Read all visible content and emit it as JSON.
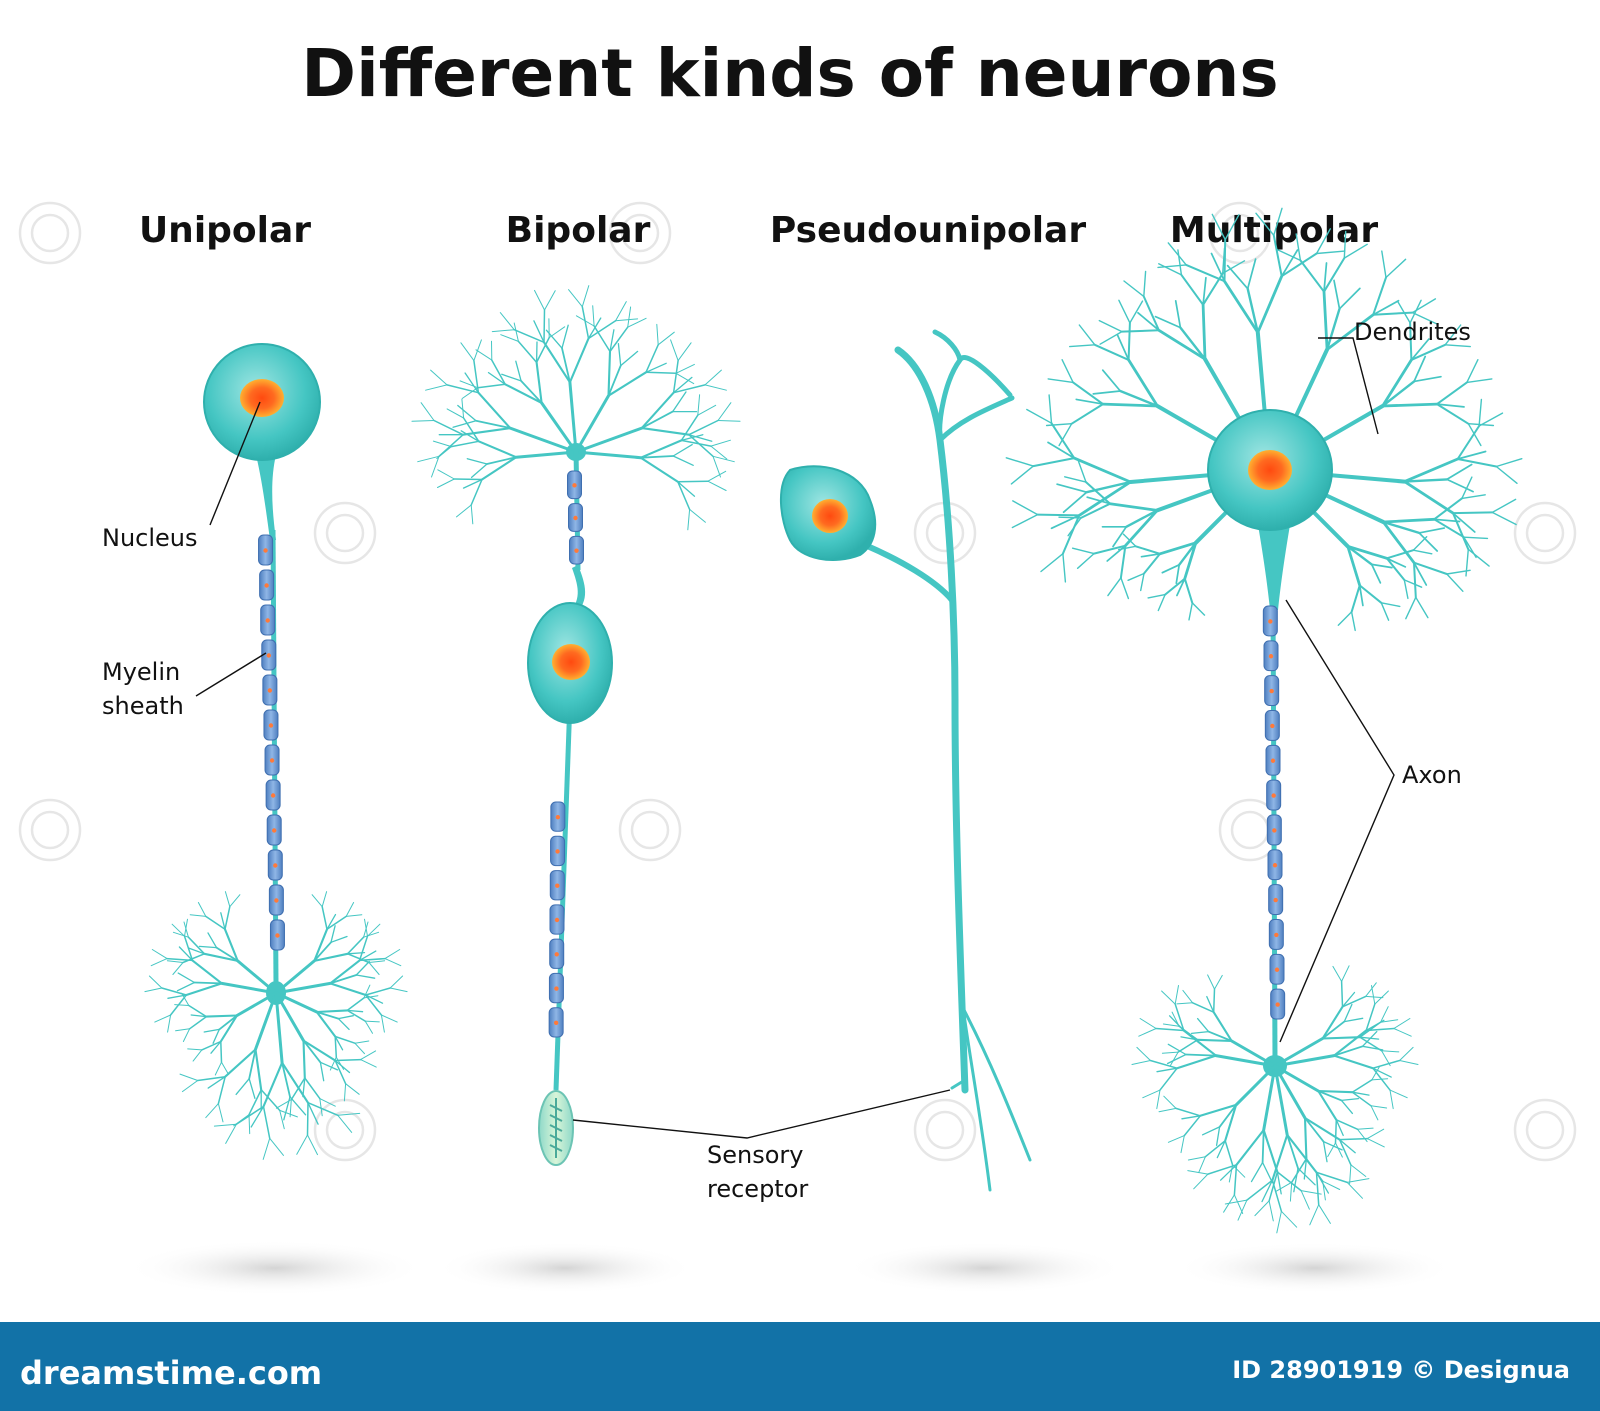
{
  "title": "Different kinds of neurons",
  "headings": {
    "unipolar": "Unipolar",
    "bipolar": "Bipolar",
    "pseudounipolar": "Pseudounipolar",
    "multipolar": "Multipolar"
  },
  "labels": {
    "nucleus": "Nucleus",
    "myelin_line1": "Myelin",
    "myelin_line2": "sheath",
    "dendrites": "Dendrites",
    "axon": "Axon",
    "sensory_line1": "Sensory",
    "sensory_line2": "receptor"
  },
  "footer": {
    "site": "dreamstime.com",
    "credit": "ID 28901919 © Designua"
  },
  "colors": {
    "cell": "#45c6c3",
    "cell_light": "#9fe5e2",
    "cell_dark": "#2fb0ad",
    "myelin": "#6f9fd8",
    "myelin_dark": "#4f7fc0",
    "nucleus": "#ff5a1f",
    "nucleus_glow": "#ffb030",
    "footer_bg": "#1272a7",
    "shadow": "#d9d9d9"
  }
}
